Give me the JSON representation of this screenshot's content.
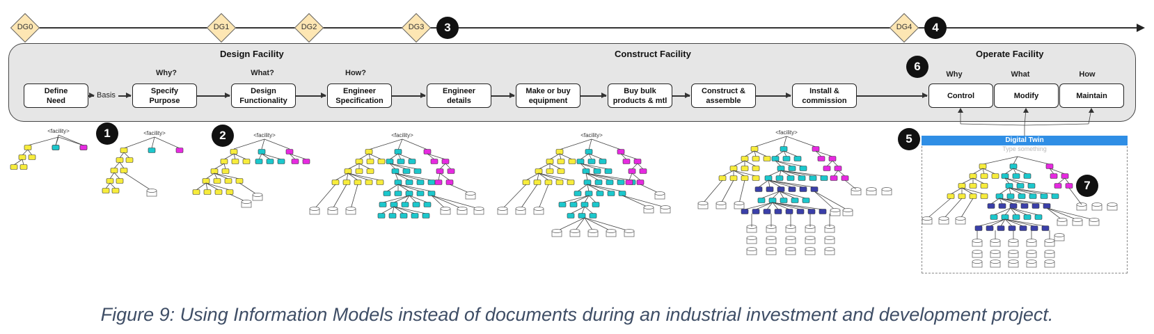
{
  "timeline": {
    "gates": [
      "DG0",
      "DG1",
      "DG2",
      "DG3",
      "DG4"
    ],
    "badges": [
      "1",
      "2",
      "3",
      "4",
      "5",
      "6",
      "7"
    ]
  },
  "phases": [
    "Design Facility",
    "Construct Facility",
    "Operate Facility"
  ],
  "questions": [
    "Why?",
    "What?",
    "How?",
    "Why",
    "What",
    "How"
  ],
  "steps": [
    "Define\nNeed",
    "Specify\nPurpose",
    "Design\nFunctionality",
    "Engineer\nSpecification",
    "Engineer\ndetails",
    "Make or buy\nequipment",
    "Buy bulk\nproducts & mtl",
    "Construct &\nassemble",
    "Install &\ncommission",
    "Control",
    "Modify",
    "Maintain"
  ],
  "basis_label": "Basis",
  "tree_root_label": "<facility>",
  "digital_twin": {
    "title": "Digital Twin",
    "placeholder": "Type something"
  },
  "colors": {
    "yellow_node": "#f7ec3c",
    "cyan_node": "#1cc7cc",
    "magenta_node": "#e62ae0",
    "navy_node": "#3a3fa8",
    "gate_fill": "#fde6b3",
    "twin_header": "#2f8ee5",
    "caption": "#3f4e66"
  },
  "caption": "Figure 9: Using Information Models instead of documents during an industrial investment and development project."
}
